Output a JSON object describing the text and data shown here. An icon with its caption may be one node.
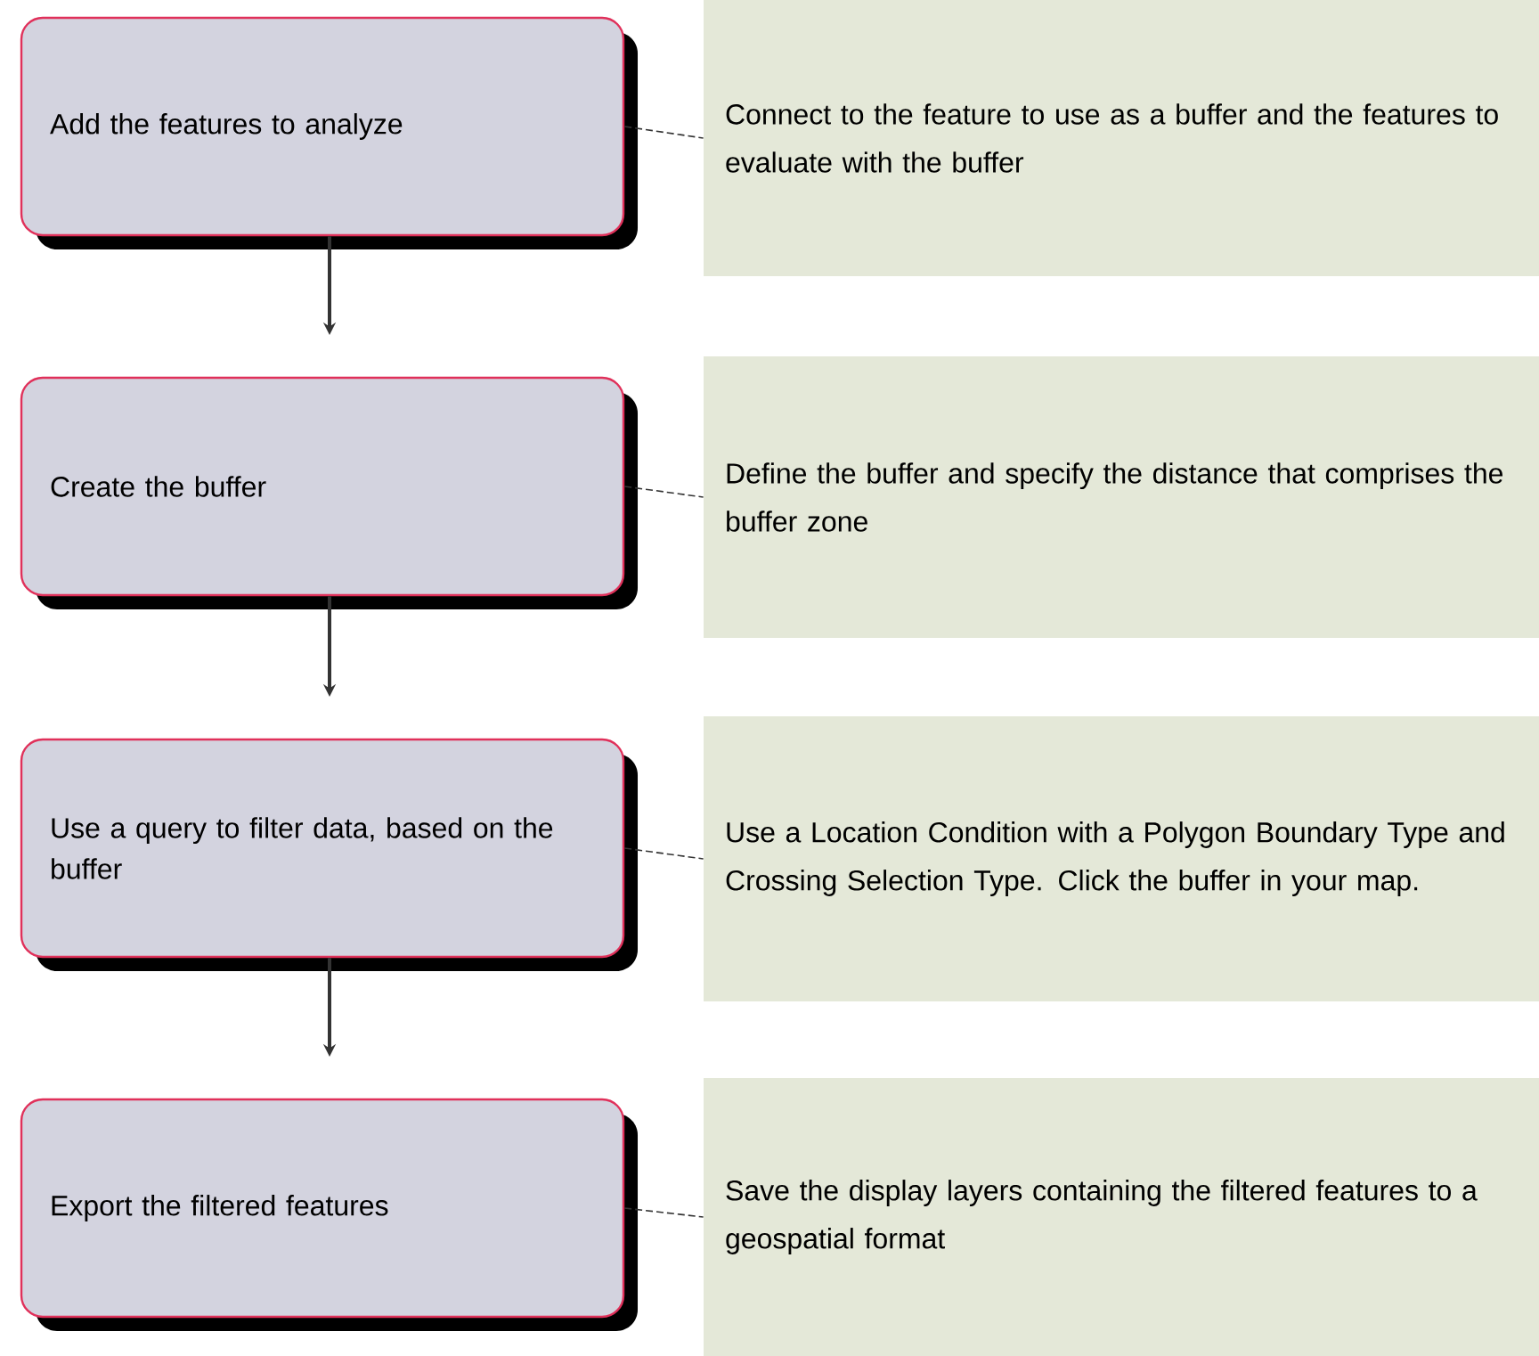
{
  "diagram": {
    "nodes": [
      {
        "text": [
          "Add the features to analyze"
        ]
      },
      {
        "text": [
          "Connect to the feature to use as a buffer and the features to evaluate with the buffer"
        ]
      },
      {
        "text": [
          "Create the buffer"
        ]
      },
      {
        "text": [
          "Define the buffer and specify the distance that comprises the buffer zone"
        ]
      },
      {
        "text": [
          "Use a query to filter data, based on the buffer"
        ]
      },
      {
        "text": [
          "Use a Location Condition with a Polygon Boundary Type and Crossing Selection Type. Click the buffer in your map."
        ]
      },
      {
        "text": [
          "Export the filtered features"
        ]
      },
      {
        "text": [
          "Save the display layers containing the filtered features to a geospatial format"
        ]
      }
    ],
    "edges": [
      {
        "from": 0,
        "to": 1,
        "arrow": "none",
        "style": "dashed"
      },
      {
        "from": 2,
        "to": 3,
        "arrow": "none",
        "style": "dashed"
      },
      {
        "from": 4,
        "to": 5,
        "arrow": "none",
        "style": "dashed"
      },
      {
        "from": 6,
        "to": 7,
        "arrow": "none",
        "style": "dashed"
      },
      {
        "from": 0,
        "to": 2,
        "arrow": "to"
      },
      {
        "from": 2,
        "to": 4,
        "arrow": "to"
      },
      {
        "from": 4,
        "to": 6,
        "arrow": "to"
      }
    ]
  }
}
